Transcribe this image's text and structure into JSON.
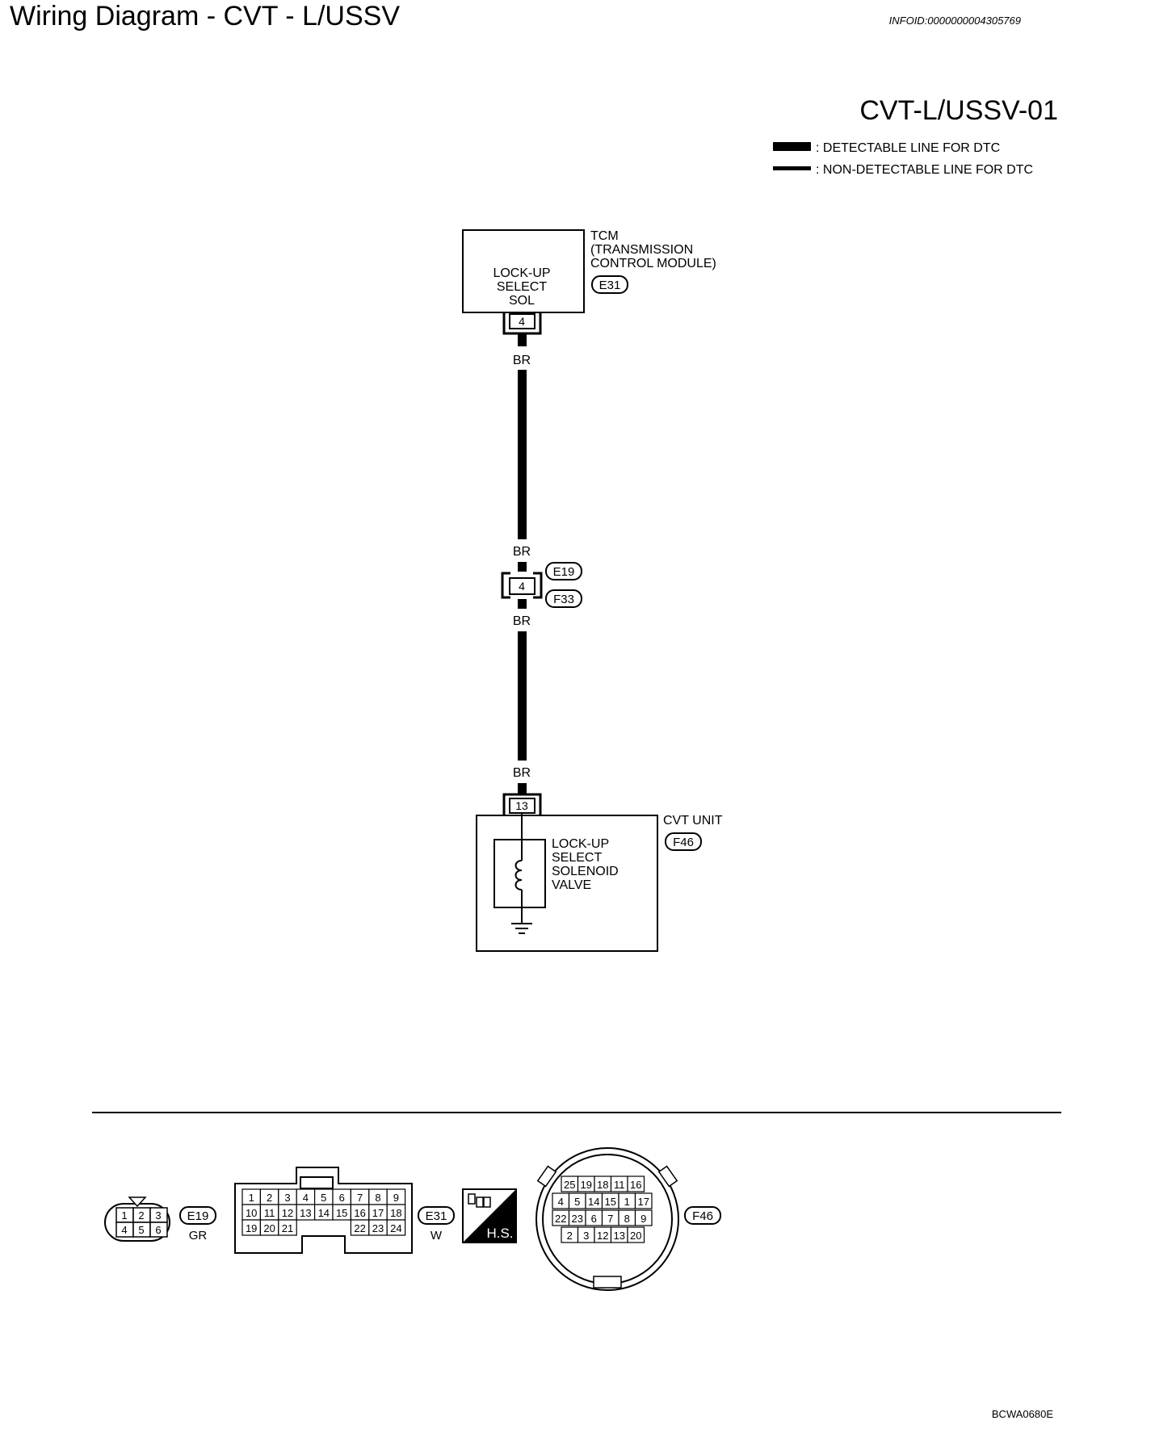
{
  "header": {
    "title": "Wiring Diagram - CVT - L/USSV",
    "info_id": "INFOID:0000000004305769"
  },
  "diagram_id": "CVT-L/USSV-01",
  "legend": {
    "detectable": ": DETECTABLE LINE FOR DTC",
    "non_detectable": ": NON-DETECTABLE LINE FOR DTC"
  },
  "tcm": {
    "name_line1": "TCM",
    "name_line2": "(TRANSMISSION",
    "name_line3": "CONTROL MODULE)",
    "connector": "E31",
    "component_line1": "LOCK-UP",
    "component_line2": "SELECT",
    "component_line3": "SOL",
    "terminal": "4"
  },
  "wire_color": "BR",
  "joint": {
    "terminal": "4",
    "connector_top": "E19",
    "connector_bottom": "F33"
  },
  "cvt_unit": {
    "name": "CVT UNIT",
    "connector": "F46",
    "terminal": "13",
    "component_line1": "LOCK-UP",
    "component_line2": "SELECT",
    "component_line3": "SOLENOID",
    "component_line4": "VALVE"
  },
  "connector_views": {
    "e19": {
      "label": "E19",
      "color": "GR",
      "top_row": [
        "1",
        "2",
        "3"
      ],
      "bottom_row": [
        "4",
        "5",
        "6"
      ]
    },
    "e31": {
      "label": "E31",
      "color": "W",
      "row1": [
        "1",
        "2",
        "3",
        "4",
        "5",
        "6",
        "7",
        "8",
        "9"
      ],
      "row2": [
        "10",
        "11",
        "12",
        "13",
        "14",
        "15",
        "16",
        "17",
        "18"
      ],
      "row3_left": [
        "19",
        "20",
        "21"
      ],
      "row3_right": [
        "22",
        "23",
        "24"
      ]
    },
    "hs": {
      "label": "H.S."
    },
    "f46": {
      "label": "F46",
      "row1": [
        "25",
        "19",
        "18",
        "11",
        "16"
      ],
      "row2": [
        "4",
        "5",
        "14",
        "15",
        "1",
        "17"
      ],
      "row3": [
        "22",
        "23",
        "6",
        "7",
        "8",
        "9"
      ],
      "row4": [
        "2",
        "3",
        "12",
        "13",
        "20"
      ]
    }
  },
  "figure_code": "BCWA0680E"
}
